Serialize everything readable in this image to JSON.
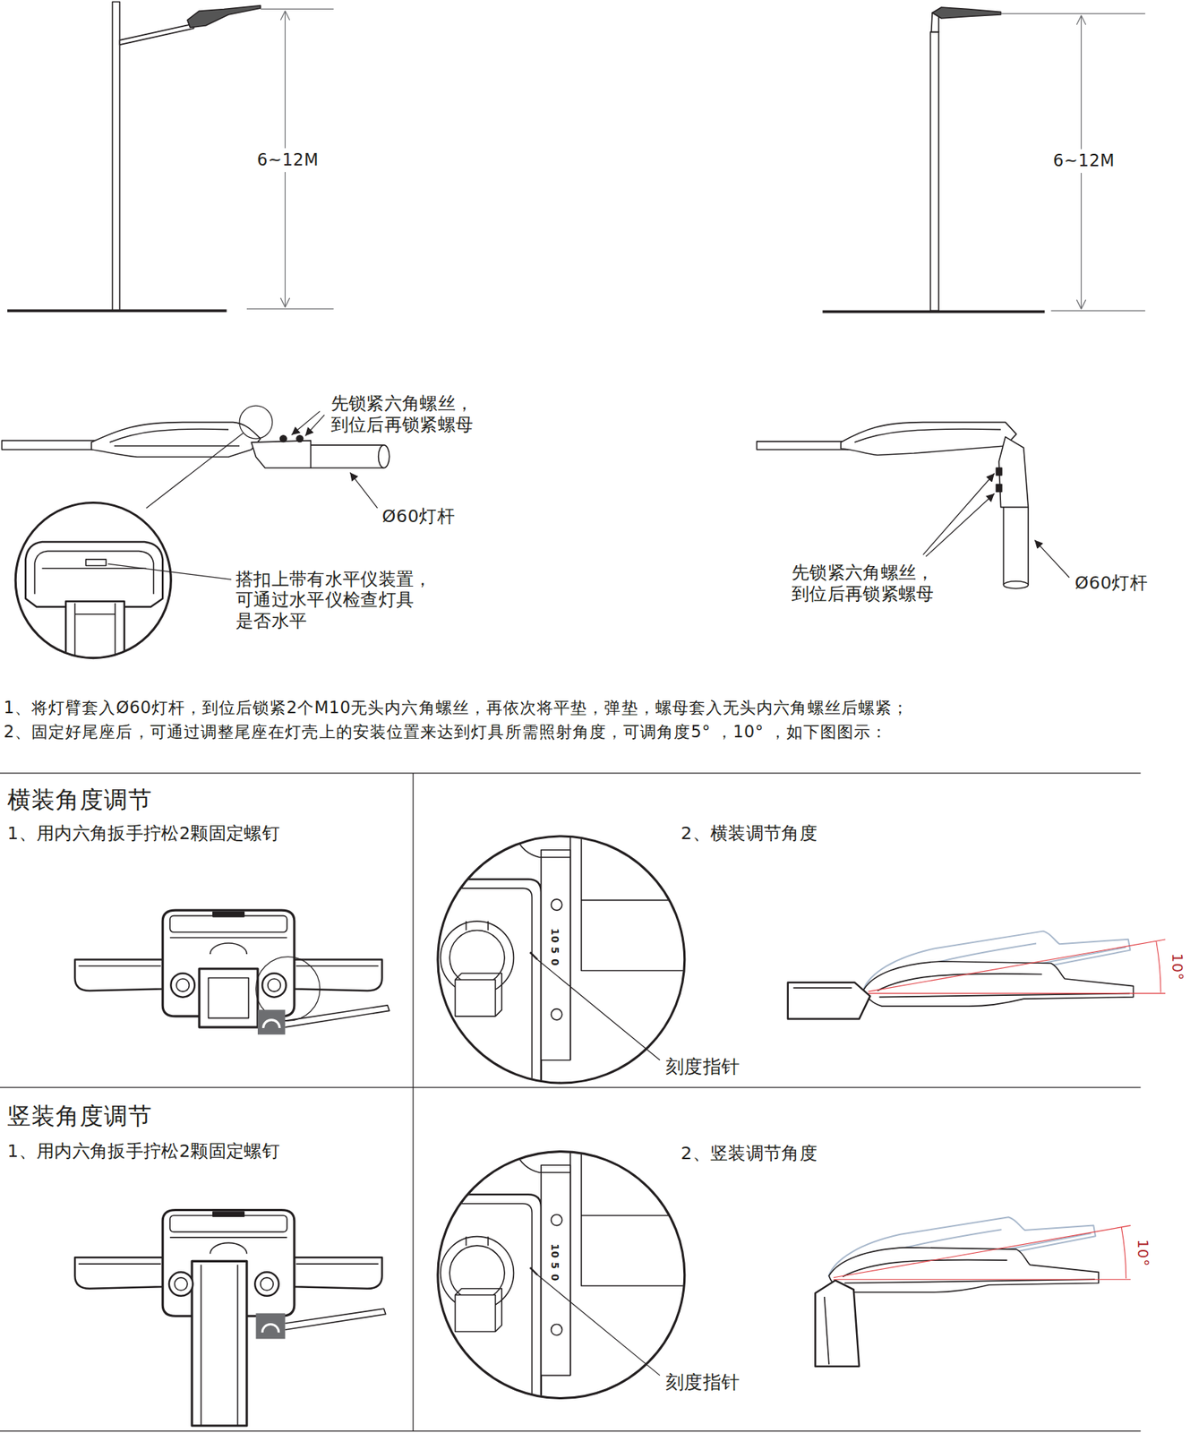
{
  "diagram": {
    "labels": [
      "6~12M",
      "6~12M",
      "先锁紧六角螺丝， 到位后再锁紧螺母",
      "Ø60灯杆",
      "搭扣上带有水平仪装置， 可通过水平仪检查灯具 是否水平",
      "先锁紧六角螺丝， 到位后再锁紧螺母",
      "Ø60灯杆",
      "1、将灯臂套入Ø60灯杆，到位后锁紧2个M10无头内六角螺丝，再依次将平垫，弹垫，螺母套入无头内六角螺丝后螺紧；",
      "2、固定好尾座后，可通过调整尾座在灯壳上的安装位置来达到灯具所需照射角度，可调角度5° ，10° ，如下图图示：",
      "横装角度调节",
      "1、用内六角扳手拧松2颗固定螺钉",
      "2、横装调节角度",
      "10",
      "5",
      "0",
      "刻度指针",
      "10°",
      "竖装角度调节",
      "1、用内六角扳手拧松2颗固定螺钉",
      "2、竖装调节角度",
      "10",
      "5",
      "0",
      "刻度指针",
      "10°"
    ]
  }
}
